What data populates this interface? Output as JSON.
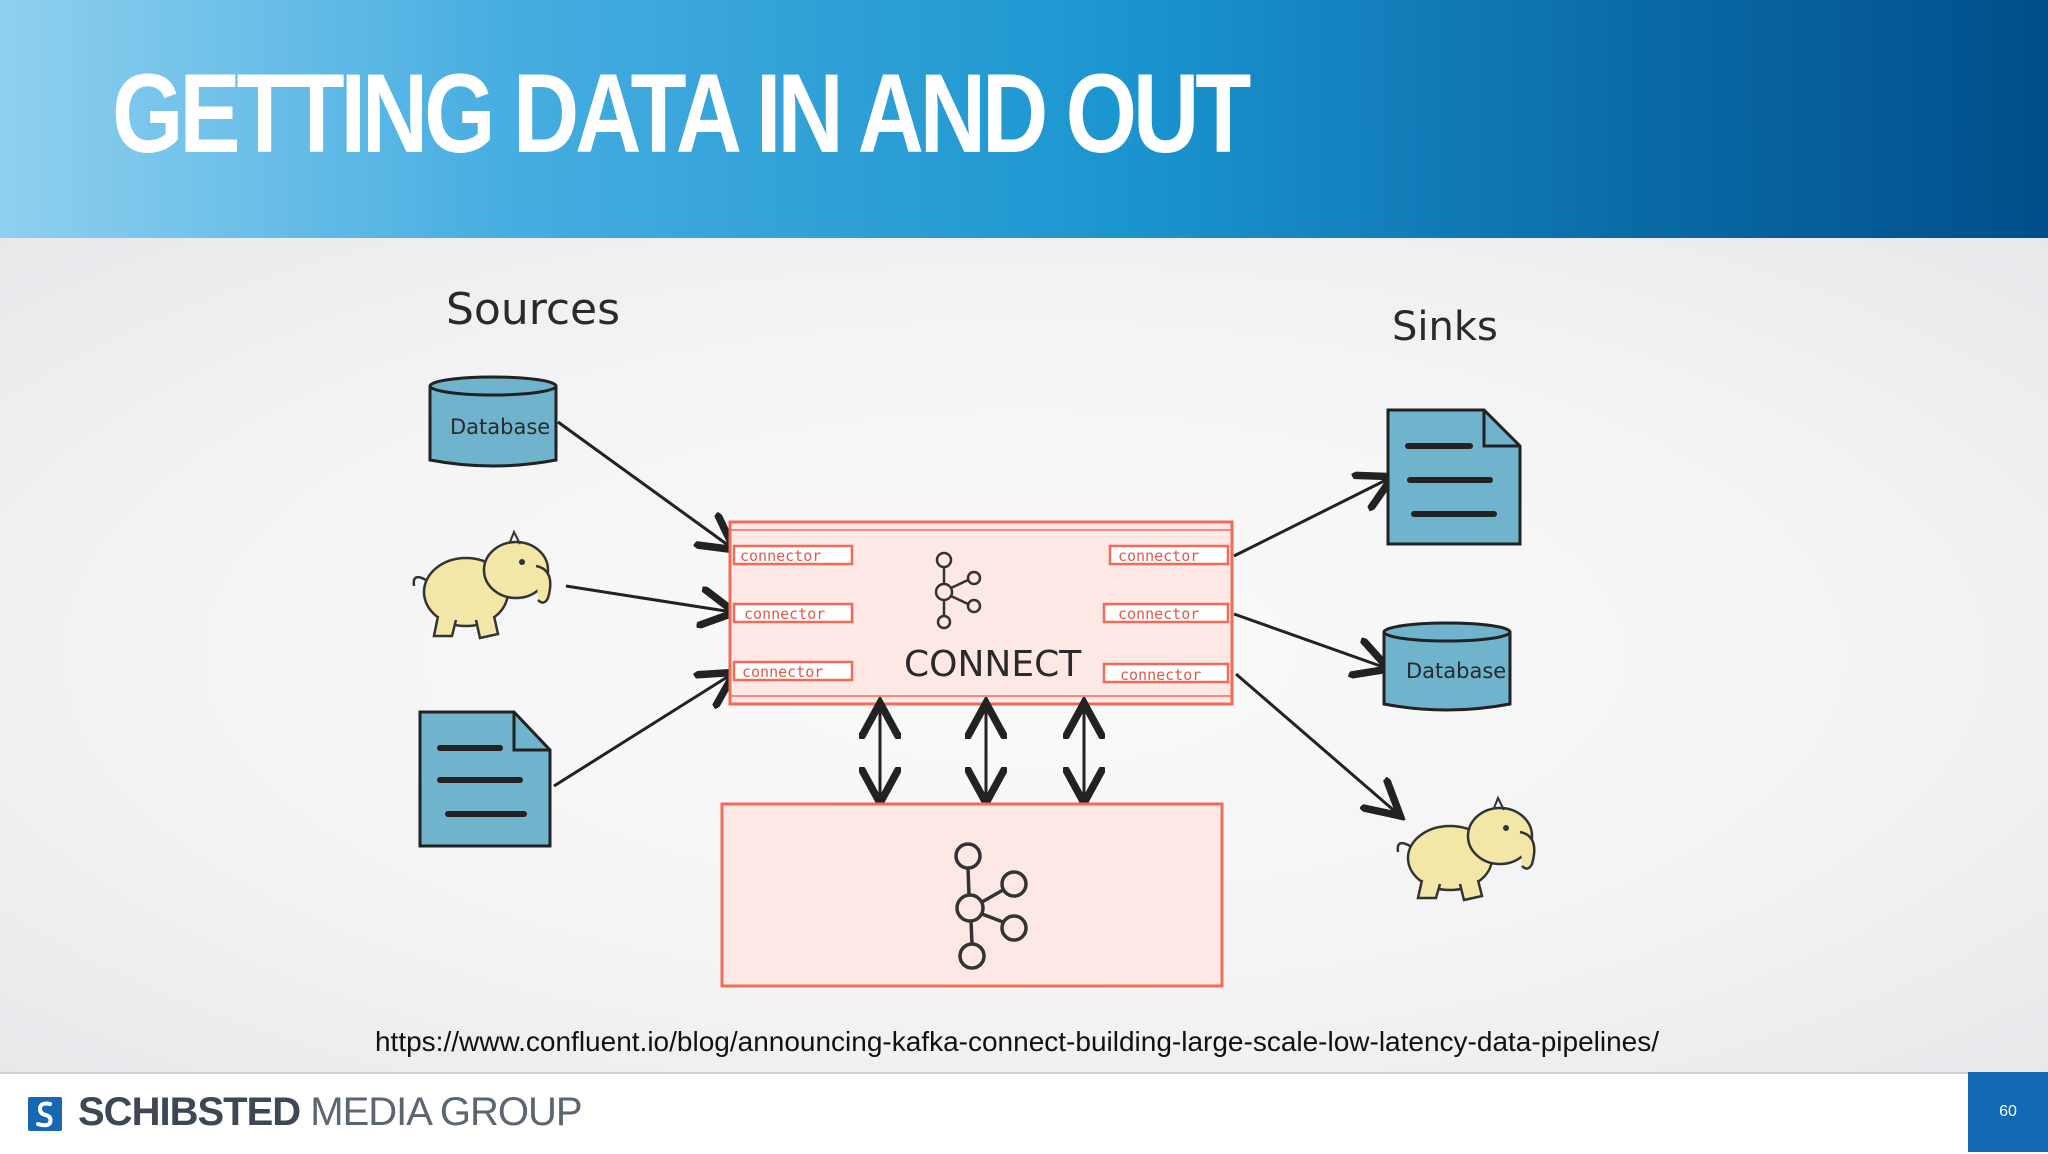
{
  "slide": {
    "title": "GETTING DATA IN AND OUT",
    "source_url": "https://www.confluent.io/blog/announcing-kafka-connect-building-large-scale-low-latency-data-pipelines/",
    "page_number": "60"
  },
  "diagram": {
    "sources_label": "Sources",
    "sinks_label": "Sinks",
    "connect_label": "CONNECT",
    "connector_label": "connector",
    "database_label": "Database"
  },
  "footer": {
    "brand_bold": "SCHIBSTED",
    "brand_light": " MEDIA GROUP"
  },
  "colors": {
    "header_start": "#8fd0f0",
    "header_end": "#004f8a",
    "connect_fill": "#fde8e6",
    "connect_stroke": "#ef6b5a",
    "item_fill": "#6fb3cc",
    "elephant_fill": "#f3e7a8",
    "page_badge": "#1169b4"
  }
}
